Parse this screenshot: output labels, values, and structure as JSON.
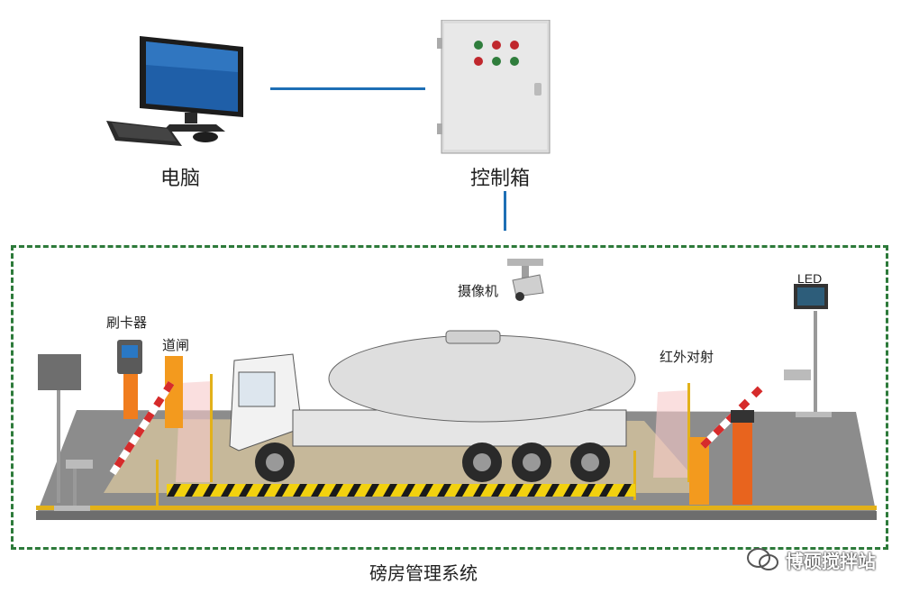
{
  "labels": {
    "computer": "电脑",
    "control_box": "控制箱",
    "camera": "摄像机",
    "card_reader": "刷卡器",
    "barrier": "道闸",
    "led": "LED",
    "infrared": "红外对射",
    "system": "磅房管理系统"
  },
  "watermark": "博硕搅拌站",
  "colors": {
    "link": "#1e6fb5",
    "dashed": "#2d7a3a",
    "barrier_orange": "#f39a1e",
    "stripe_black": "#1a1a1a",
    "stripe_yellow": "#f2d10f"
  }
}
